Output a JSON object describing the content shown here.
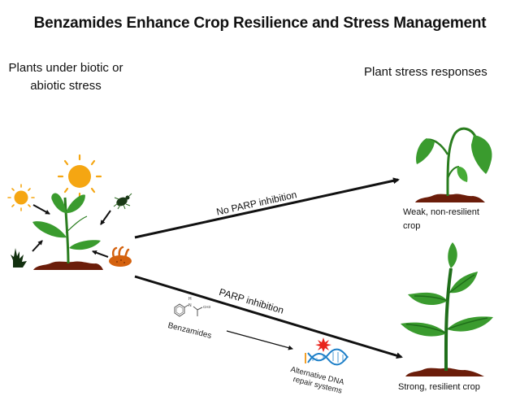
{
  "title": "Benzamides Enhance Crop Resilience and Stress Management",
  "left_panel": {
    "heading": "Plants under biotic or abiotic stress",
    "heading_lines": [
      "Plants under biotic or",
      "abiotic stress"
    ],
    "stressors": [
      {
        "icon": "small-sun-icon",
        "meaning": "sunlight"
      },
      {
        "icon": "large-sun-icon",
        "meaning": "heat"
      },
      {
        "icon": "insect-icon",
        "meaning": "pest"
      },
      {
        "icon": "weed-icon",
        "meaning": "weed"
      },
      {
        "icon": "pathogen-icon",
        "meaning": "pathogen"
      }
    ]
  },
  "right_panel": {
    "heading": "Plant stress responses"
  },
  "paths": {
    "upper_arrow_label": "No PARP inhibition",
    "lower_arrow_label": "PARP inhibition"
  },
  "compound": {
    "name": "Benzamides",
    "structure_labels": {
      "nh": "H",
      "n": "N",
      "ch3": "CH3"
    }
  },
  "dna": {
    "label_lines": [
      "Alternative DNA",
      "repair systems"
    ]
  },
  "outcomes": {
    "weak": {
      "label_lines": [
        "Weak, non-resilient",
        "crop"
      ]
    },
    "strong": {
      "label": "Strong, resilient crop"
    }
  },
  "colors": {
    "leaf": "#3a9b2e",
    "leaf_dark": "#1f6e1a",
    "soil": "#6b1d0a",
    "sun": "#f5a612",
    "pathogen": "#d4620f",
    "insect": "#1c3a18",
    "dna": "#1d7fc8",
    "burst": "#e8241c",
    "arrow": "#111111"
  }
}
